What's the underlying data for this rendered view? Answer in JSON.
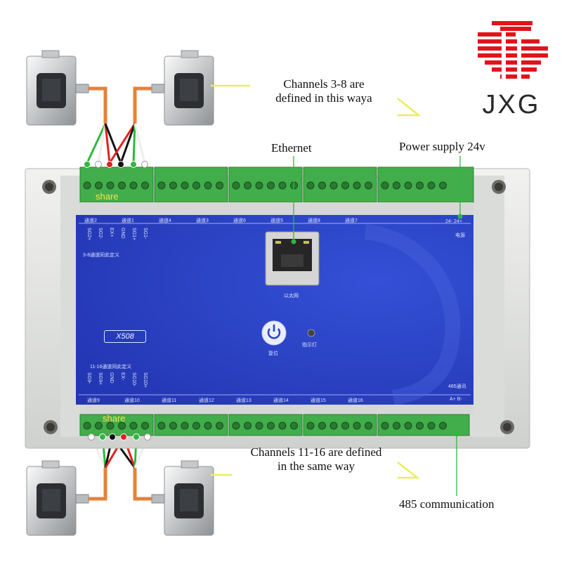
{
  "brand": {
    "name": "JXG",
    "color_primary": "#e0141b",
    "color_text": "#2a2a2a"
  },
  "callouts": {
    "channels_3_8": [
      "Channels 3-8 are",
      "defined in this waya"
    ],
    "ethernet": "Ethernet",
    "power_supply": "Power supply 24v",
    "channels_11_16": [
      "Channels 11-16 are defined",
      "in the same way"
    ],
    "rs485": "485 communication"
  },
  "board": {
    "model": "X508",
    "top_note": "3-8通道同此定义",
    "bottom_note": "11-16通道同此定义",
    "top_channels": [
      "通道2",
      "通道1",
      "通道4",
      "通道3",
      "通道6",
      "通道5",
      "通道8",
      "通道7"
    ],
    "bottom_channels": [
      "通道9",
      "通道10",
      "通道11",
      "通道12",
      "通道13",
      "通道14",
      "通道15",
      "通道16"
    ],
    "top_pins": [
      "SG2+",
      "SG2-",
      "EX+",
      "GND",
      "SG1+",
      "SG1-"
    ],
    "bottom_pins": [
      "SG9-",
      "SG9+",
      "GND",
      "EX-",
      "SG10-",
      "SG10+"
    ],
    "power_pins": "24- 24+",
    "power_label": "电源",
    "rs485_label": "485通讯",
    "rs485_pins": "A+ B-",
    "ethernet_label": "以太网",
    "reset_label": "复位",
    "indicator_label": "指示灯",
    "share_top": "share",
    "share_bottom": "share"
  },
  "colors": {
    "panel_blue": "#2a40c2",
    "enclosure": "#e4e6e3",
    "terminal_green": "#3fae4a",
    "callout_yellow": "#eeee55",
    "wire_orange": "#e8813a"
  }
}
